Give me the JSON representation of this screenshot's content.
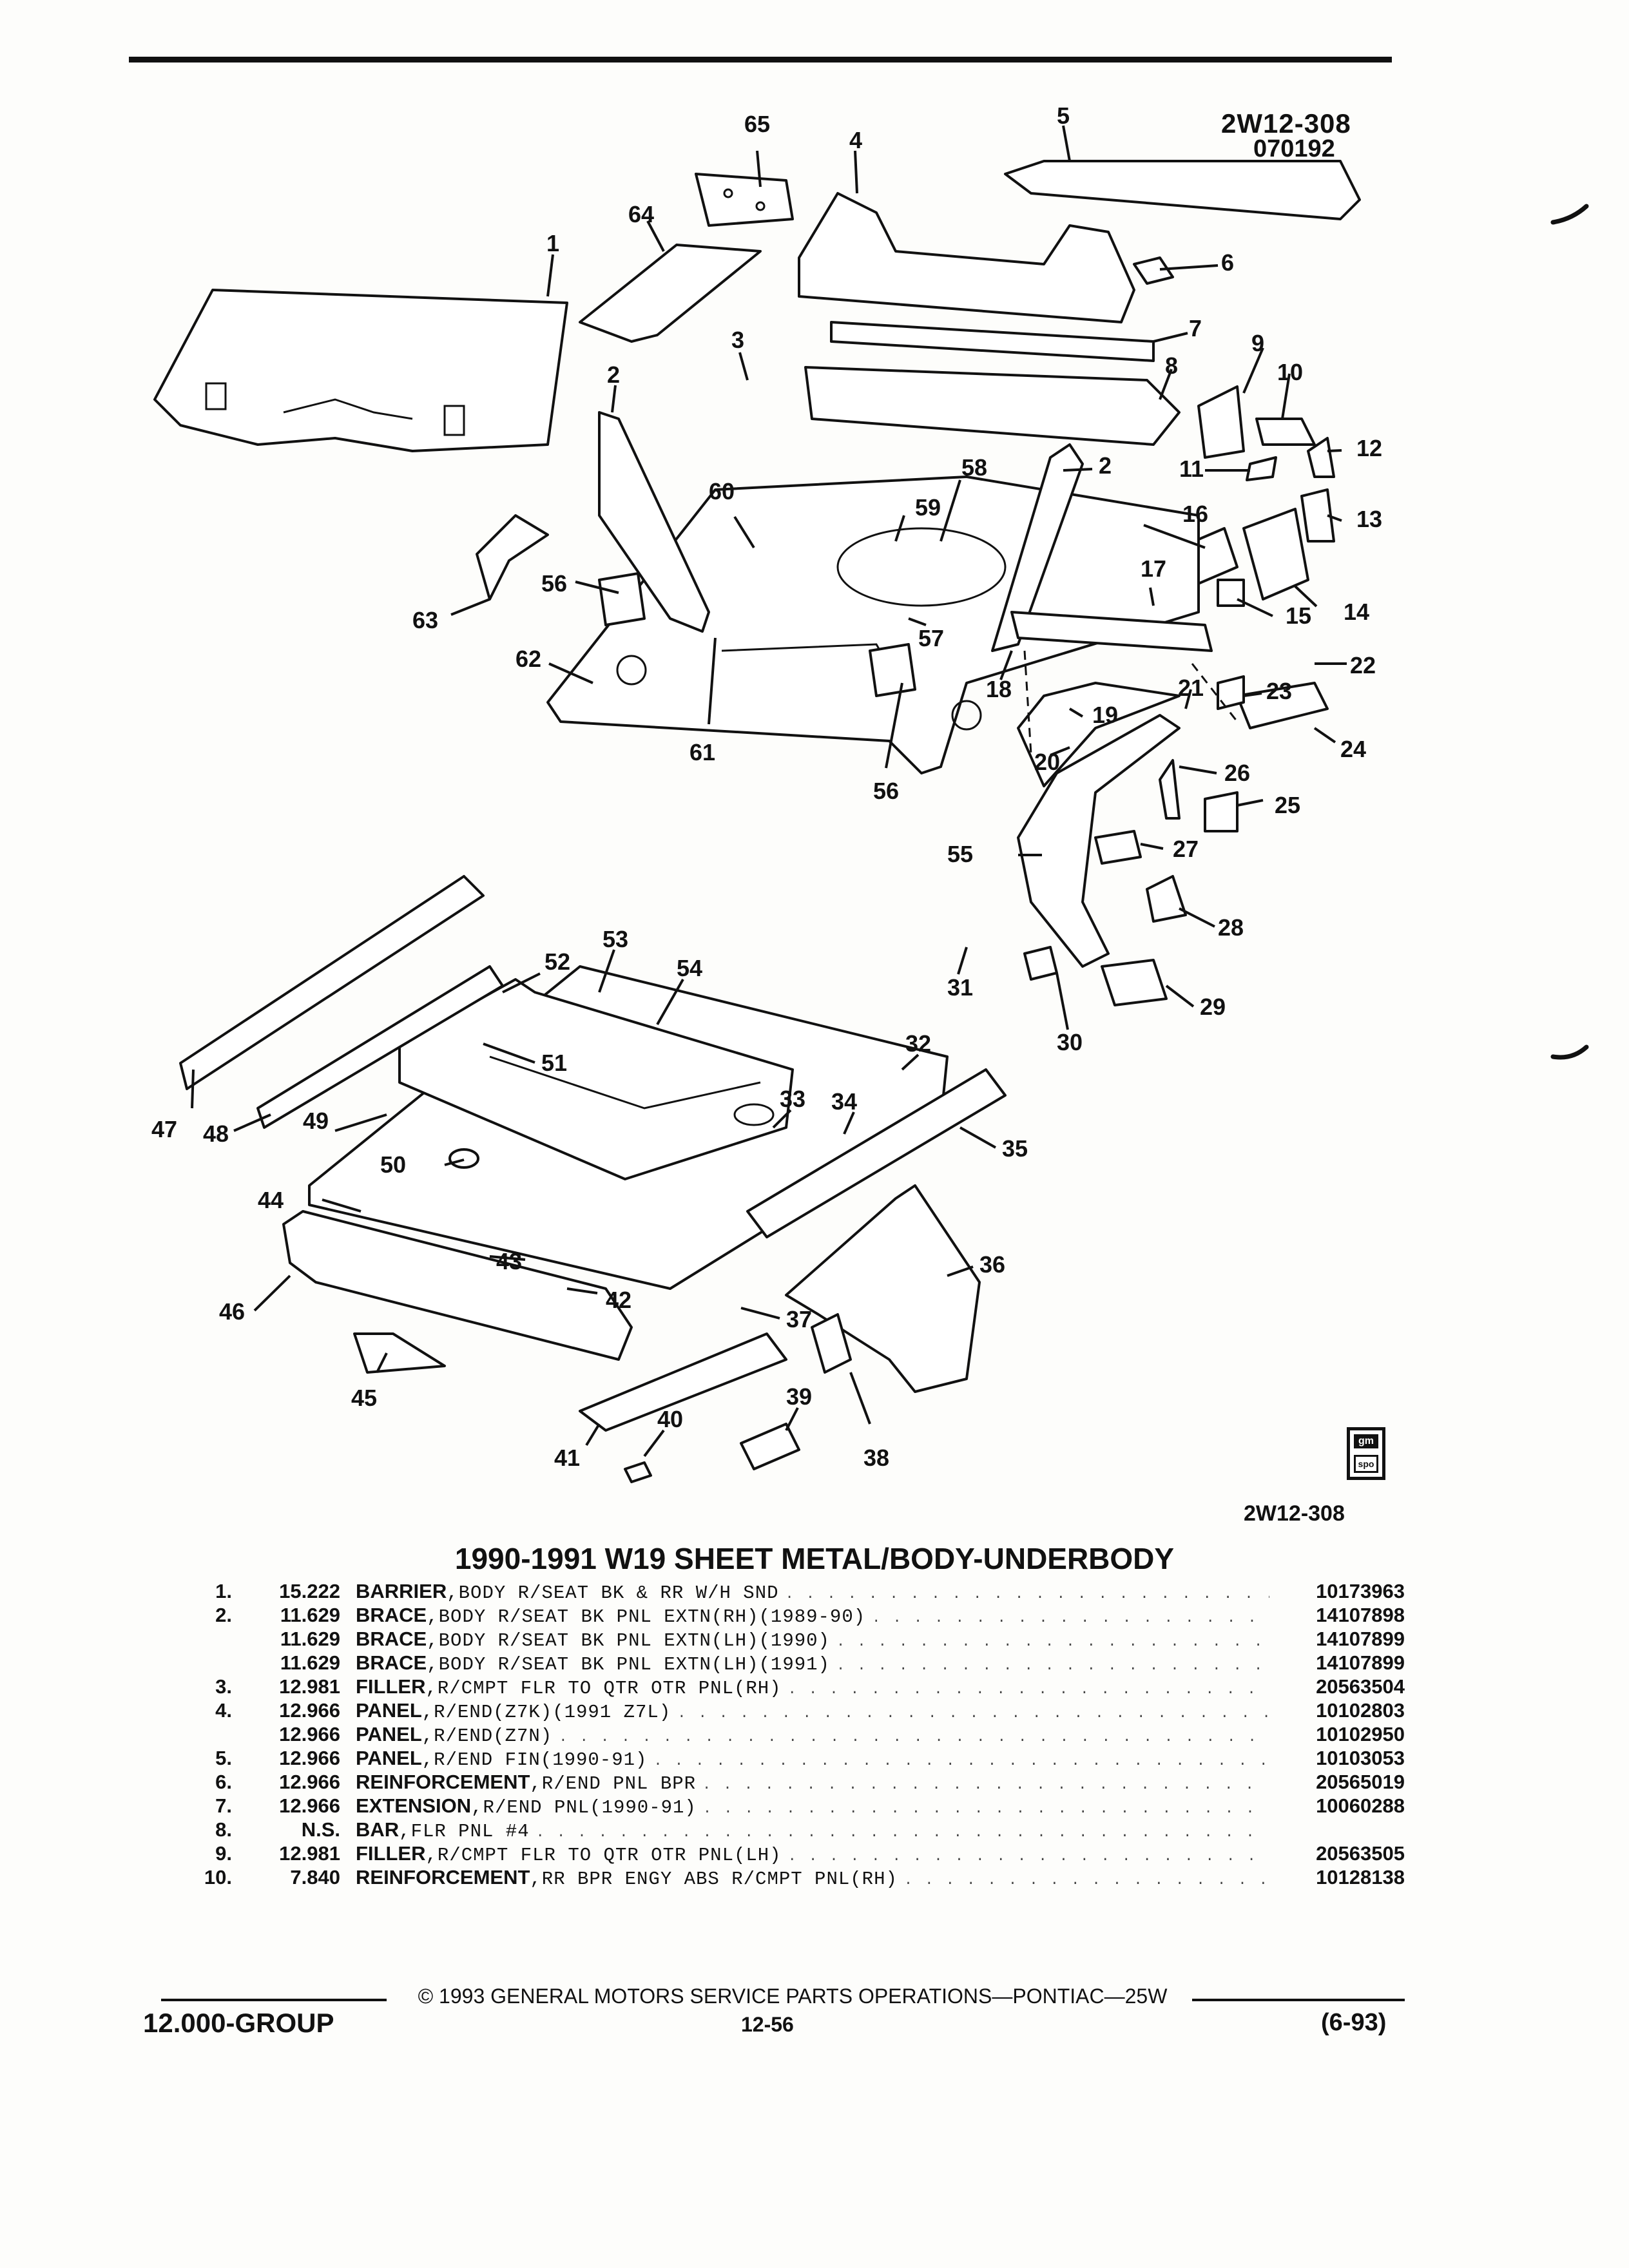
{
  "figure": {
    "id_top": "2W12-308",
    "date_code": "070192",
    "id_bottom": "2W12-308",
    "logo_text_top": "gm",
    "logo_text_bottom": "spo",
    "callouts": [
      "1",
      "2",
      "2",
      "3",
      "4",
      "5",
      "6",
      "7",
      "8",
      "9",
      "10",
      "11",
      "12",
      "13",
      "14",
      "15",
      "16",
      "17",
      "18",
      "19",
      "20",
      "21",
      "22",
      "23",
      "24",
      "25",
      "26",
      "27",
      "28",
      "29",
      "30",
      "31",
      "32",
      "33",
      "34",
      "35",
      "36",
      "37",
      "38",
      "39",
      "40",
      "41",
      "42",
      "43",
      "44",
      "45",
      "46",
      "47",
      "48",
      "49",
      "50",
      "51",
      "52",
      "53",
      "54",
      "55",
      "56",
      "56",
      "57",
      "58",
      "59",
      "60",
      "61",
      "62",
      "63",
      "64",
      "65"
    ]
  },
  "heading": "1990-1991 W19 SHEET METAL/BODY-UNDERBODY",
  "parts": [
    {
      "no": "1.",
      "cat": "15.222",
      "name": "BARRIER",
      "detail": ",BODY R/SEAT BK & RR W/H SND",
      "partno": "10173963"
    },
    {
      "no": "2.",
      "cat": "11.629",
      "name": "BRACE",
      "detail": ",BODY R/SEAT BK PNL EXTN(RH)(1989-90)",
      "partno": "14107898"
    },
    {
      "no": "",
      "cat": "11.629",
      "name": "BRACE",
      "detail": ",BODY R/SEAT BK PNL EXTN(LH)(1990)",
      "partno": "14107899"
    },
    {
      "no": "",
      "cat": "11.629",
      "name": "BRACE",
      "detail": ",BODY R/SEAT BK PNL EXTN(LH)(1991)",
      "partno": "14107899"
    },
    {
      "no": "3.",
      "cat": "12.981",
      "name": "FILLER",
      "detail": ",R/CMPT FLR TO QTR OTR PNL(RH)",
      "partno": "20563504"
    },
    {
      "no": "4.",
      "cat": "12.966",
      "name": "PANEL",
      "detail": ",R/END(Z7K)(1991 Z7L)",
      "partno": "10102803"
    },
    {
      "no": "",
      "cat": "12.966",
      "name": "PANEL",
      "detail": ",R/END(Z7N)",
      "partno": "10102950"
    },
    {
      "no": "5.",
      "cat": "12.966",
      "name": "PANEL",
      "detail": ",R/END FIN(1990-91)",
      "partno": "10103053"
    },
    {
      "no": "6.",
      "cat": "12.966",
      "name": "REINFORCEMENT",
      "detail": ",R/END PNL BPR",
      "partno": "20565019"
    },
    {
      "no": "7.",
      "cat": "12.966",
      "name": "EXTENSION",
      "detail": ",R/END PNL(1990-91)",
      "partno": "10060288"
    },
    {
      "no": "8.",
      "cat": "N.S.",
      "name": "BAR",
      "detail": ",FLR PNL #4",
      "partno": ""
    },
    {
      "no": "9.",
      "cat": "12.981",
      "name": "FILLER",
      "detail": ",R/CMPT FLR TO QTR OTR PNL(LH)",
      "partno": "20563505"
    },
    {
      "no": "10.",
      "cat": "7.840",
      "name": "REINFORCEMENT",
      "detail": ",RR BPR ENGY ABS R/CMPT PNL(RH)",
      "partno": "10128138"
    }
  ],
  "footer": {
    "copyright": "© 1993 GENERAL MOTORS SERVICE PARTS OPERATIONS—PONTIAC—25W",
    "group": "12.000-GROUP",
    "page": "12-56",
    "revision": "(6-93)"
  }
}
